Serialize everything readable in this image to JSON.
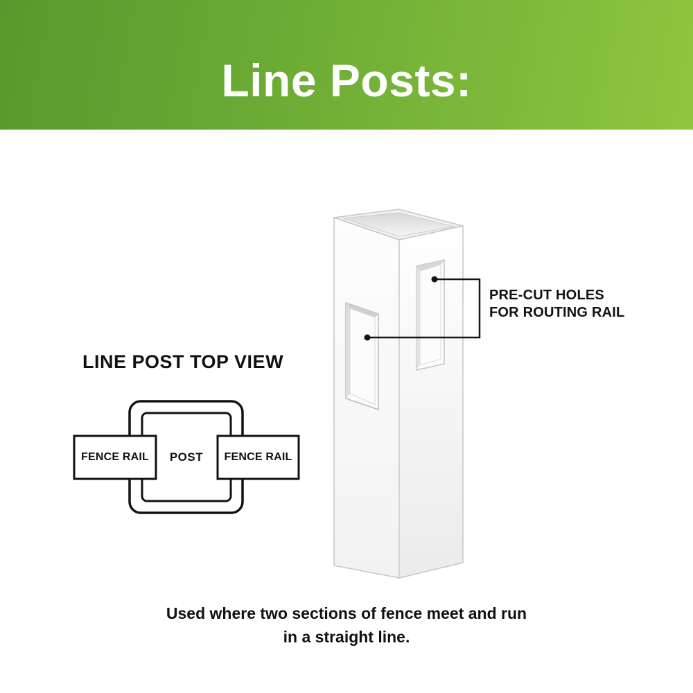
{
  "banner": {
    "title": "Line Posts:"
  },
  "theme": {
    "banner_gradient_left": "#55992e",
    "banner_gradient_right": "#8dc63f",
    "banner_text": "#ffffff",
    "line_color": "#111111"
  },
  "callout": {
    "line1": "PRE-CUT HOLES",
    "line2": "FOR ROUTING RAIL"
  },
  "top_view": {
    "heading": "LINE POST TOP VIEW",
    "post_label": "POST",
    "left_rail_label": "FENCE RAIL",
    "right_rail_label": "FENCE RAIL"
  },
  "caption": {
    "line1": "Used where two sections of fence meet and run",
    "line2": "in a straight line."
  }
}
